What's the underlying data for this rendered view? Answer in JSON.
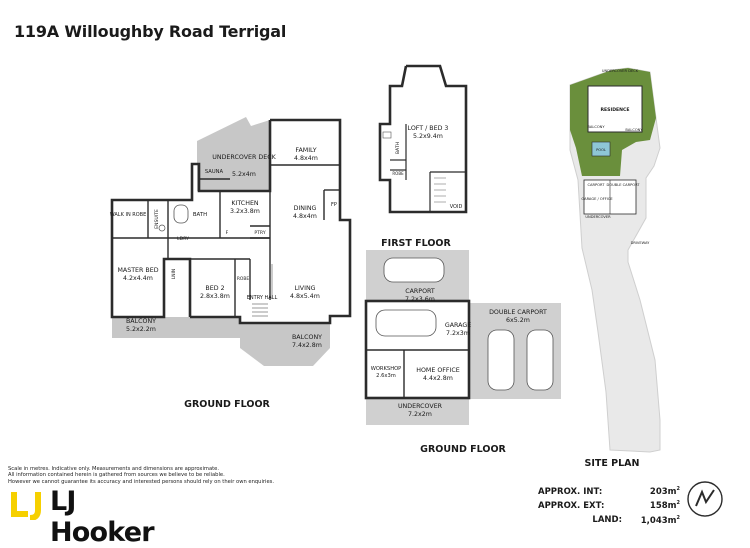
{
  "title": "119A Willoughby Road Terrigal",
  "colors": {
    "wall": "#2b2b2b",
    "deck": "#bdbdbd",
    "site_green": "#6a8f3c",
    "ground": "#e8e8e8"
  },
  "plans": {
    "ground_floor_main": {
      "caption": "GROUND FLOOR",
      "rooms": {
        "family": {
          "name": "FAMILY",
          "size": "4.8x4m"
        },
        "undercover_deck": {
          "name": "UNDERCOVER DECK",
          "size": "5.2x4m"
        },
        "sauna": {
          "name": "SAUNA"
        },
        "kitchen": {
          "name": "KITCHEN",
          "size": "3.2x3.8m"
        },
        "dining": {
          "name": "DINING",
          "size": "4.8x4m"
        },
        "fp": {
          "name": "FP"
        },
        "bath": {
          "name": "BATH"
        },
        "walk_in_robe": {
          "name": "WALK IN ROBE"
        },
        "ensuite": {
          "name": "ENSUITE"
        },
        "ldry": {
          "name": "LDRY"
        },
        "f": {
          "name": "F"
        },
        "ptry": {
          "name": "PTRY"
        },
        "lnin": {
          "name": "LNIN"
        },
        "master_bed": {
          "name": "MASTER BED",
          "size": "4.2x4.4m"
        },
        "bed2": {
          "name": "BED 2",
          "size": "2.8x3.8m"
        },
        "robe": {
          "name": "ROBE"
        },
        "entry_hall": {
          "name": "ENTRY HALL"
        },
        "living": {
          "name": "LIVING",
          "size": "4.8x5.4m"
        },
        "balcony_master": {
          "name": "BALCONY",
          "size": "5.2x2.2m"
        },
        "balcony_living": {
          "name": "BALCONY",
          "size": "7.4x2.8m"
        }
      }
    },
    "first_floor": {
      "caption": "FIRST FLOOR",
      "rooms": {
        "loft": {
          "name": "LOFT / BED 3",
          "size": "5.2x9.4m"
        },
        "bath": {
          "name": "BATH"
        },
        "robe": {
          "name": "ROBE"
        },
        "void": {
          "name": "VOID"
        }
      }
    },
    "ground_floor_garage": {
      "caption": "GROUND FLOOR",
      "rooms": {
        "carport": {
          "name": "CARPORT",
          "size": "7.2x3.6m"
        },
        "double_carport": {
          "name": "DOUBLE CARPORT",
          "size": "6x5.2m"
        },
        "garage": {
          "name": "GARAGE",
          "size": "7.2x3m"
        },
        "workshop": {
          "name": "WORKSHOP",
          "size": "2.6x3m"
        },
        "home_office": {
          "name": "HOME OFFICE",
          "size": "4.4x2.8m"
        },
        "undercover": {
          "name": "UNDERCOVER",
          "size": "7.2x2m"
        }
      }
    },
    "site_plan": {
      "caption": "SITE PLAN",
      "labels": {
        "undercover_deck": "UNDERCOVER DECK",
        "residence": "RESIDENCE",
        "balcony_left": "BALCONY",
        "balcony_right": "BALCONY",
        "pool": "POOL",
        "carport": "CARPORT",
        "double_carport": "DOUBLE CARPORT",
        "garage_office": "GARAGE / OFFICE",
        "undercover": "UNDERCOVER",
        "driveway": "DRIVEWAY"
      }
    }
  },
  "stats": {
    "int": {
      "label": "APPROX. INT:",
      "value": "203m",
      "unit_sup": "2"
    },
    "ext": {
      "label": "APPROX. EXT:",
      "value": "158m",
      "unit_sup": "2"
    },
    "land": {
      "label": "LAND:",
      "value": "1,043m",
      "unit_sup": "2"
    }
  },
  "disclaimer": [
    "Scale in metres. Indicative only. Measurements and dimensions are approximate.",
    "All information contained herein is gathered from sources we believe to be reliable.",
    "However we cannot guarantee its accuracy and interested persons should rely on their own enquiries."
  ],
  "brand": {
    "name": "LJ Hooker",
    "color": "#f6d000"
  },
  "compass_letter": "N"
}
